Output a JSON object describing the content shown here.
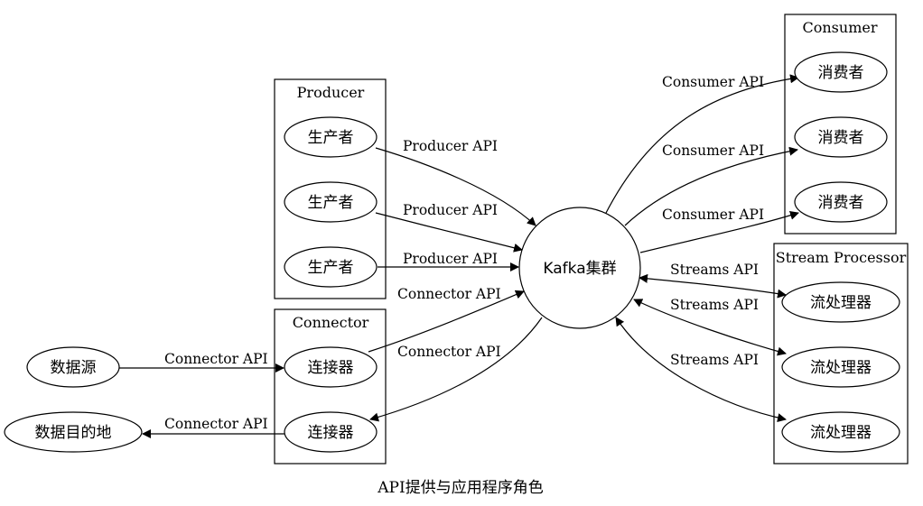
{
  "caption": "API提供与应用程序角色",
  "clusters": {
    "producer": "Producer",
    "consumer": "Consumer",
    "connector": "Connector",
    "stream_processor": "Stream Processor"
  },
  "nodes": {
    "kafka": "Kafka集群",
    "producer_1": "生产者",
    "producer_2": "生产者",
    "producer_3": "生产者",
    "consumer_1": "消费者",
    "consumer_2": "消费者",
    "consumer_3": "消费者",
    "connector_in": "连接器",
    "connector_out": "连接器",
    "stream_1": "流处理器",
    "stream_2": "流处理器",
    "stream_3": "流处理器",
    "data_source": "数据源",
    "data_destination": "数据目的地"
  },
  "edges": {
    "producer_api_1": "Producer API",
    "producer_api_2": "Producer API",
    "producer_api_3": "Producer API",
    "consumer_api_1": "Consumer API",
    "consumer_api_2": "Consumer API",
    "consumer_api_3": "Consumer API",
    "connector_api_in": "Connector API",
    "connector_api_out": "Connector API",
    "connector_api_source": "Connector API",
    "connector_api_dest": "Connector API",
    "streams_api_1": "Streams API",
    "streams_api_2": "Streams API",
    "streams_api_3": "Streams API"
  }
}
